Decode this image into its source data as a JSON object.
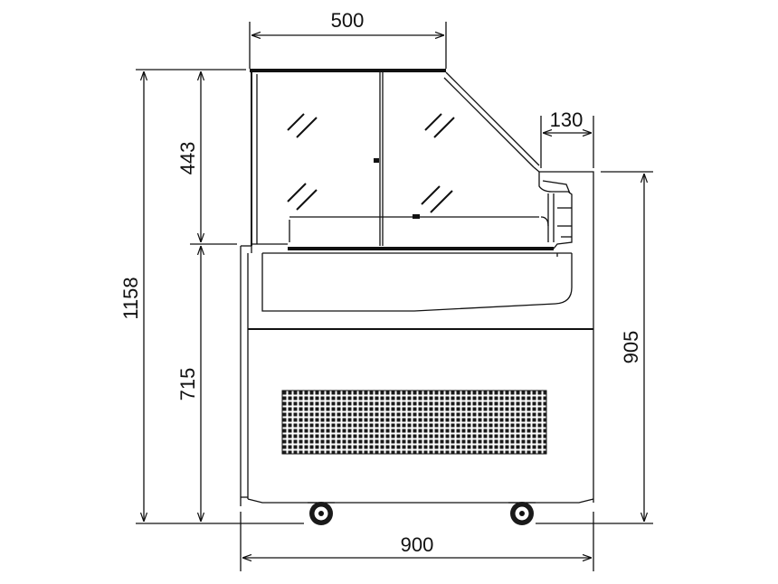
{
  "drawing": {
    "dimensions": {
      "glass_width": "500",
      "glass_height": "443",
      "shelf_depth": "130",
      "total_height": "1158",
      "base_height": "715",
      "counter_height": "905",
      "total_width": "900"
    },
    "colors": {
      "line": "#111111",
      "background": "#ffffff"
    }
  }
}
